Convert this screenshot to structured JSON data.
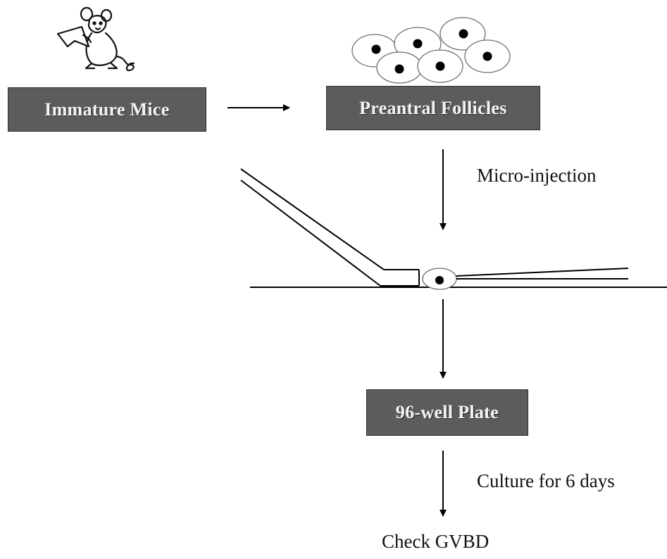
{
  "steps": {
    "immature_mice": "Immature Mice",
    "preantral_follicles": "Preantral Follicles",
    "plate": "96-well Plate",
    "result": "Check GVBD"
  },
  "annotations": {
    "injection": "Micro-injection",
    "culture": "Culture for 6 days"
  },
  "icons": {
    "mouse": "mouse-icon",
    "follicles": "follicle-cluster-icon",
    "needle": "micro-injection-needle-icon"
  },
  "colors": {
    "box_fill": "#5c5c5c",
    "box_text": "#f4f4f4",
    "line": "#000000",
    "follicle_outline": "#777777"
  }
}
